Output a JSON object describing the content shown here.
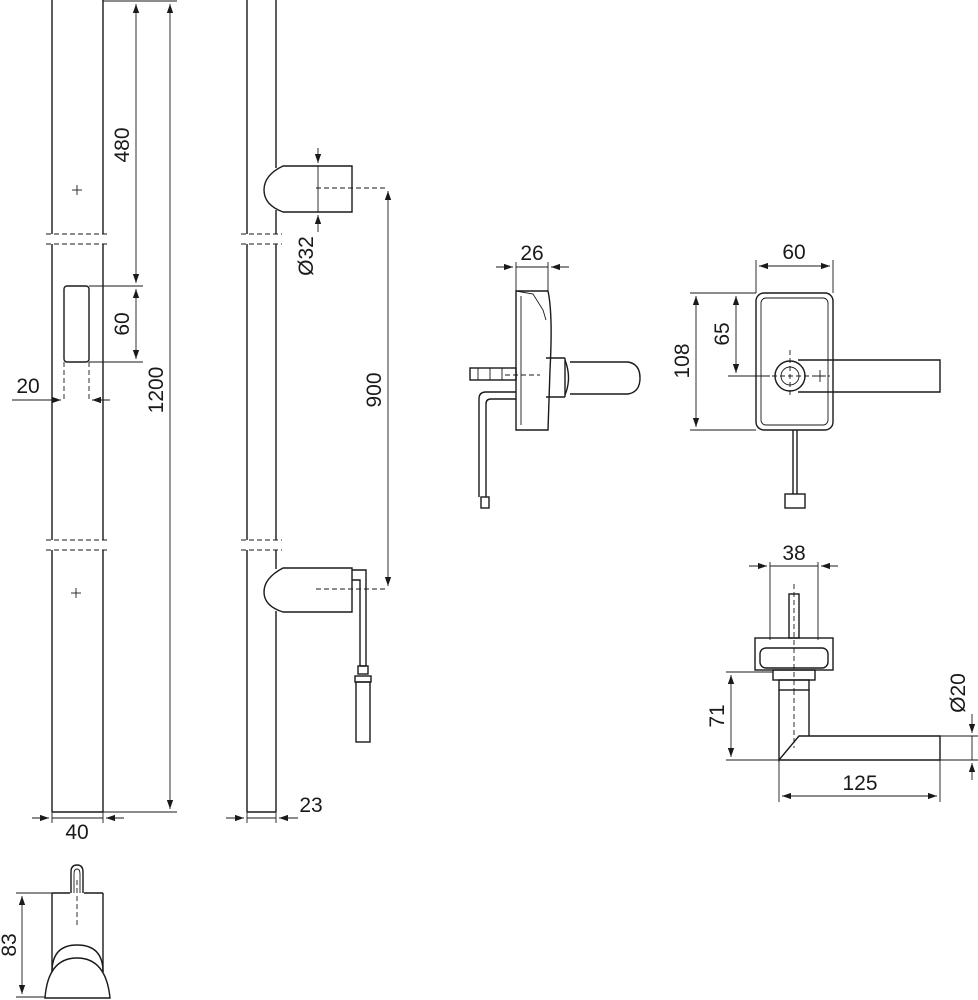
{
  "dimensions": {
    "d480": "480",
    "d60_cutout": "60",
    "d1200": "1200",
    "d20": "20",
    "d40": "40",
    "d32": "Ø32",
    "d900": "900",
    "d23": "23",
    "d83": "83",
    "d26": "26",
    "d60_plate": "60",
    "d108": "108",
    "d65": "65",
    "d38": "38",
    "d71": "71",
    "d125": "125",
    "d20_dia": "Ø20"
  }
}
